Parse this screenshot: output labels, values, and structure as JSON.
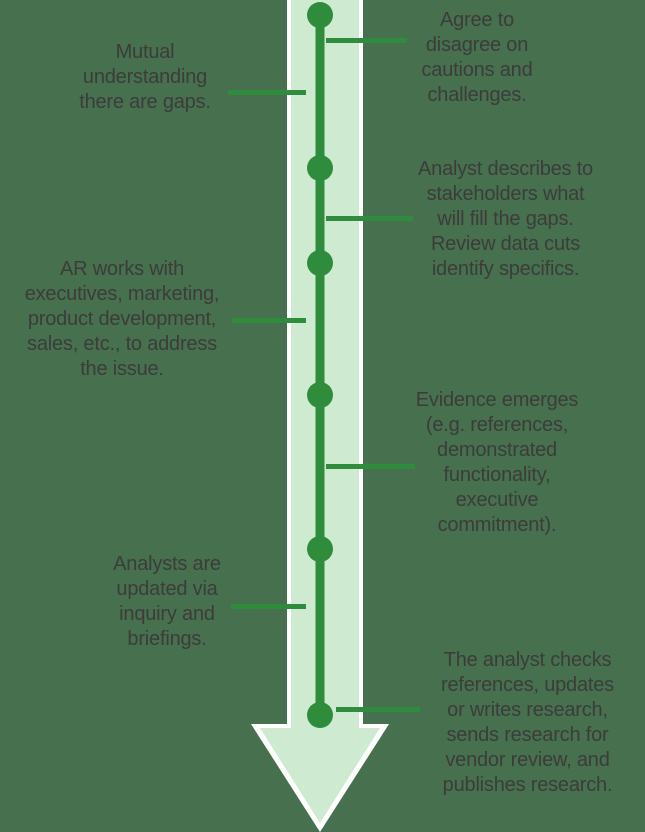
{
  "diagram": {
    "type": "vertical-arrow-timeline",
    "colors": {
      "background": "#47704E",
      "arrow_fill": "#CEEBD2",
      "arrow_outline": "#FFFFFF",
      "line_and_dots": "#2F8C3C",
      "text": "#3C3C3B"
    },
    "milestones": [
      {
        "id": "agree-to-disagree",
        "side": "right",
        "text": "Agree to\ndisagree on\ncautions and\nchallenges."
      },
      {
        "id": "mutual-understanding",
        "side": "left",
        "text": "Mutual\nunderstanding\nthere are gaps."
      },
      {
        "id": "analyst-describes",
        "side": "right",
        "text": "Analyst describes to\nstakeholders what\nwill fill the gaps.\nReview data cuts\nidentify specifics."
      },
      {
        "id": "ar-works",
        "side": "left",
        "text": "AR works with\nexecutives, marketing,\nproduct development,\nsales, etc., to address\nthe issue."
      },
      {
        "id": "evidence-emerges",
        "side": "right",
        "text": "Evidence emerges\n(e.g. references,\ndemonstrated\nfunctionality,\nexecutive\ncommitment)."
      },
      {
        "id": "analysts-updated",
        "side": "left",
        "text": "Analysts are\nupdated via\ninquiry and\nbriefings."
      },
      {
        "id": "analyst-checks",
        "side": "right",
        "text": "The analyst checks\nreferences, updates\nor writes research,\nsends research for\nvendor review, and\npublishes research."
      }
    ]
  }
}
